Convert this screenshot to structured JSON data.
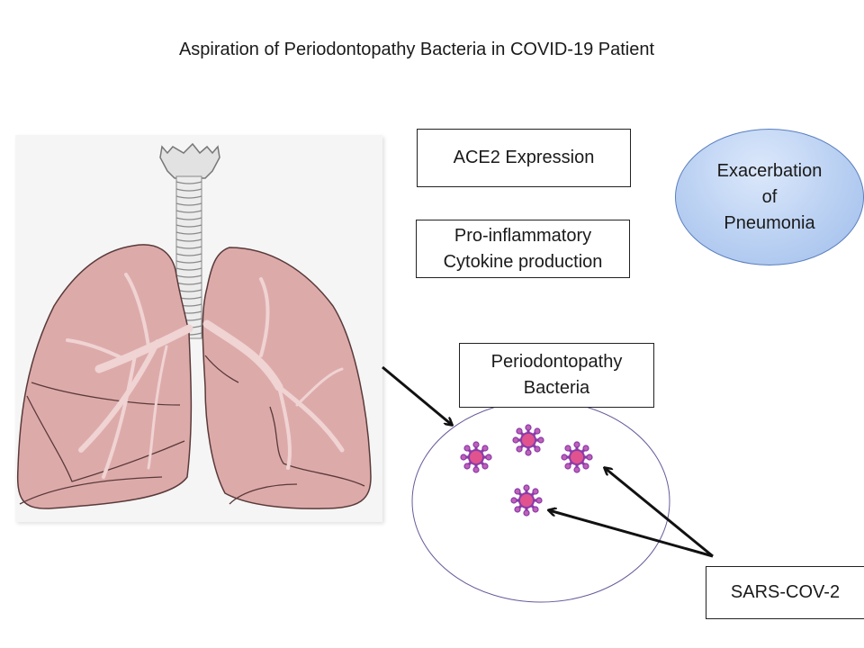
{
  "title": "Aspiration of Periodontopathy Bacteria in COVID-19 Patient",
  "boxes": {
    "ace2": "ACE2 Expression",
    "cytokine": [
      "Pro-inflammatory",
      "Cytokine production"
    ],
    "bacteria": [
      "Periodontopathy",
      "Bacteria"
    ],
    "sars": "SARS-COV-2"
  },
  "outcome": [
    "Exacerbation",
    "of",
    "Pneumonia"
  ],
  "illustration": {
    "name": "lungs-with-trachea",
    "virus_count": 4
  },
  "colors": {
    "lung_fill": "#ddaaaa",
    "lung_outline": "#5a3a3a",
    "virus_body": "#e0538f",
    "virus_outline": "#8a3aa8",
    "ellipse_fill": "#b9d0f2",
    "circle_stroke": "#6a5a9a",
    "arrow": "#111111"
  }
}
